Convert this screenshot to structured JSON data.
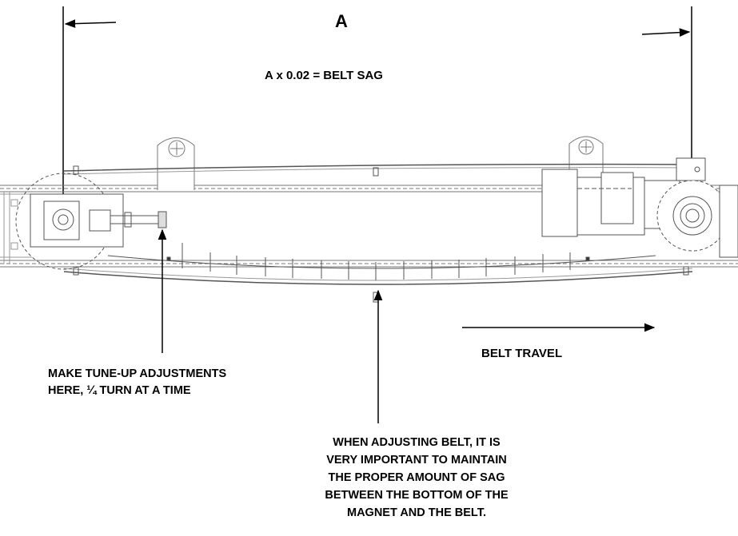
{
  "dimension": {
    "letter": "A"
  },
  "formula": "A x 0.02 = BELT SAG",
  "tune_up_note": "MAKE TUNE-UP ADJUSTMENTS\nHERE, ¼ TURN AT A TIME",
  "belt_travel_label": "BELT TRAVEL",
  "sag_note": "WHEN ADJUSTING BELT, IT IS\nVERY IMPORTANT TO MAINTAIN\nTHE PROPER AMOUNT OF SAG\nBETWEEN THE BOTTOM OF THE\nMAGNET AND THE BELT."
}
